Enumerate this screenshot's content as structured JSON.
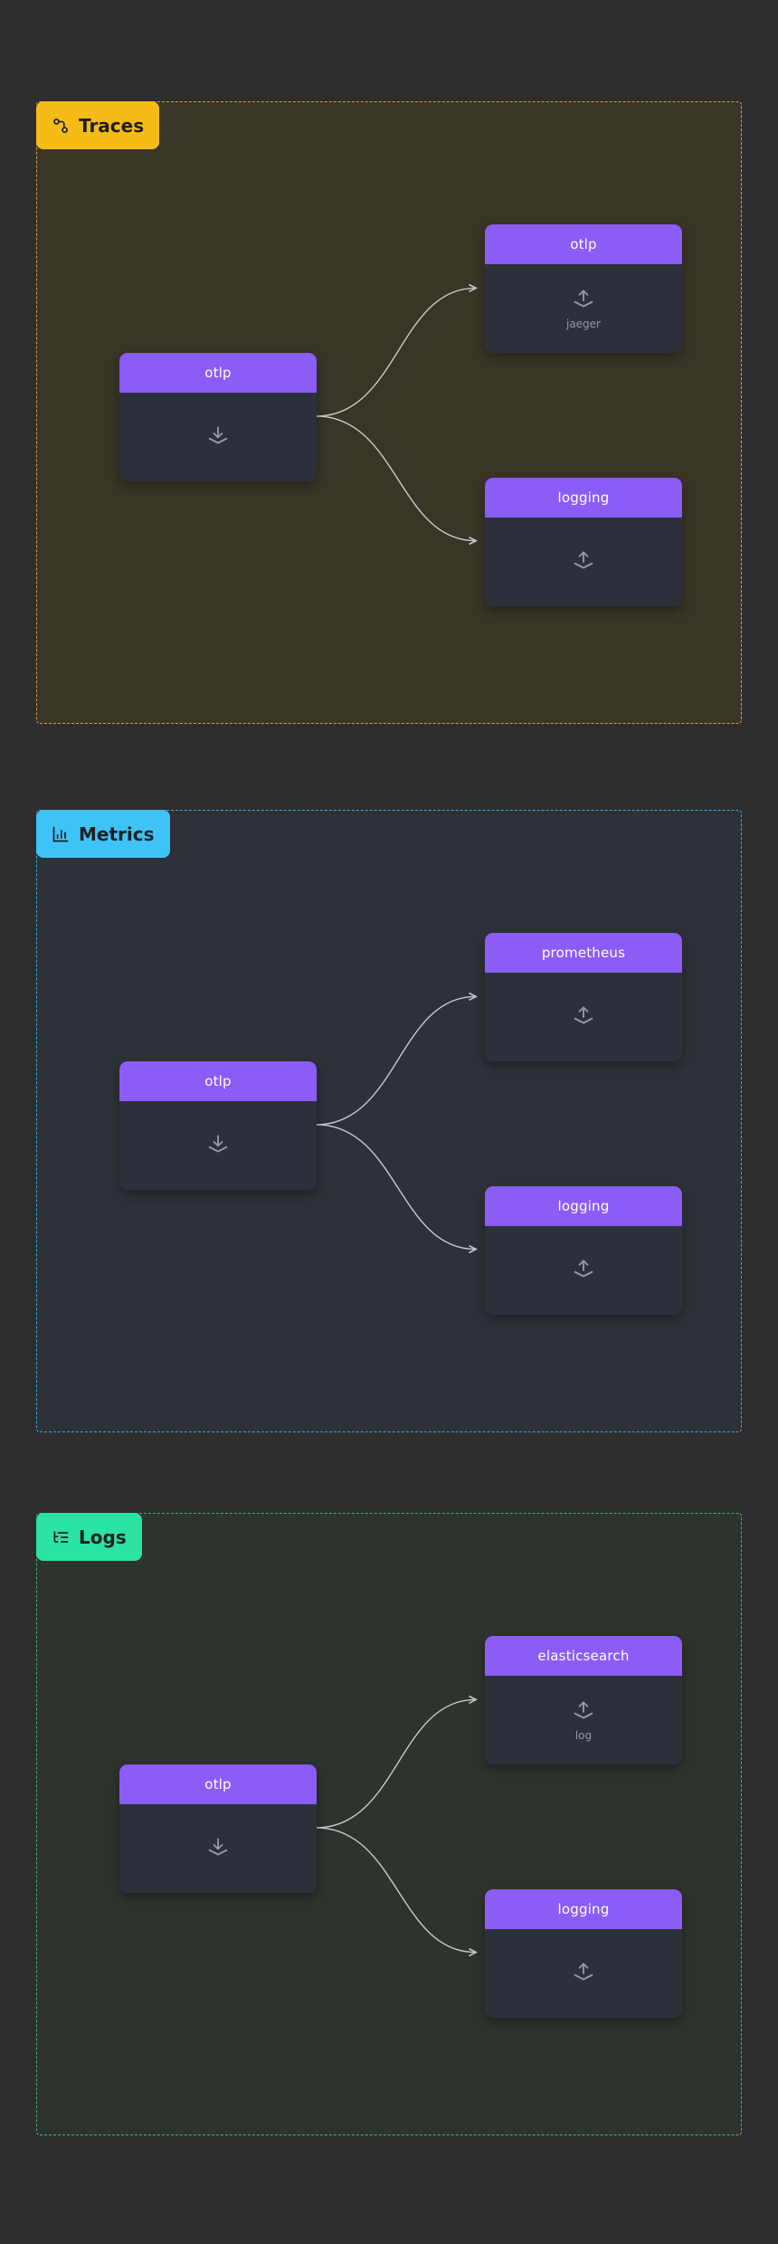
{
  "colors": {
    "page_background": "#2e2e2e",
    "node_header": "#8b5cf6",
    "node_body": "#2b303b",
    "edge": "#c8cbd0",
    "badge_text": "#1d1f21",
    "node_header_text": "#ffffff",
    "node_sublabel_text": "#9499a3"
  },
  "icons": {
    "traces": "workflow-icon",
    "metrics": "bar-chart-icon",
    "logs": "list-tree-icon",
    "receiver": "download-tray-icon",
    "exporter": "upload-tray-icon"
  },
  "sections": [
    {
      "label": "Traces",
      "accent": "#f6bb17",
      "border": "#d89b3d",
      "bg": "#393527",
      "receiver": {
        "label": "otlp"
      },
      "exporters": [
        {
          "label": "otlp",
          "sublabel": "jaeger"
        },
        {
          "label": "logging",
          "sublabel": ""
        }
      ]
    },
    {
      "label": "Metrics",
      "accent": "#3fc3f7",
      "border": "#45a5dd",
      "bg": "#2c3237",
      "receiver": {
        "label": "otlp"
      },
      "exporters": [
        {
          "label": "prometheus",
          "sublabel": ""
        },
        {
          "label": "logging",
          "sublabel": ""
        }
      ]
    },
    {
      "label": "Logs",
      "accent": "#2be3a2",
      "border": "#44b374",
      "bg": "#2d332d",
      "receiver": {
        "label": "otlp"
      },
      "exporters": [
        {
          "label": "elasticsearch",
          "sublabel": "log"
        },
        {
          "label": "logging",
          "sublabel": ""
        }
      ]
    }
  ]
}
